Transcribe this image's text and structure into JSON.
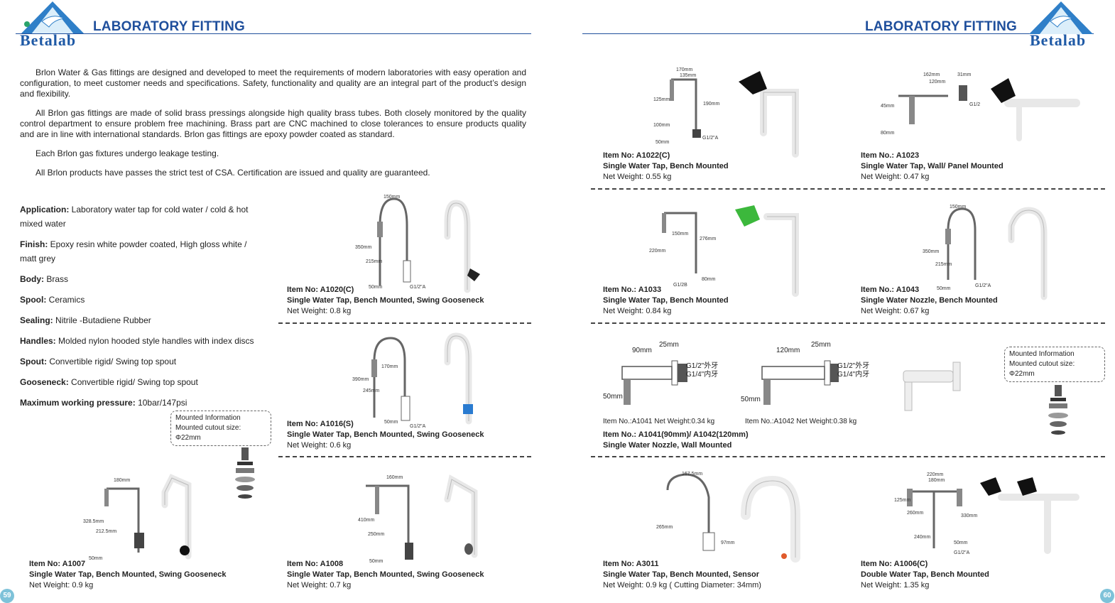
{
  "header": {
    "title_left": "LABORATORY FITTING",
    "title_right": "LABORATORY FITTING",
    "brand": "Betalab"
  },
  "intro": [
    "Brlon Water & Gas fittings are designed and developed to meet the requirements of modern laboratories with easy operation and configuration, to meet customer needs and specifications. Safety, functionality and quality are an integral part of the product’s design and flexibility.",
    "All Brlon gas fittings are made of solid brass pressings alongside high quality brass tubes. Both closely monitored by the quality control department to ensure problem free machining. Brass part are CNC machined to close tolerances to ensure products quality and are in line with international standards. Brlon gas fittings are epoxy powder coated as standard.",
    "Each Brlon gas fixtures undergo leakage testing.",
    "All Brlon products have passes the strict test of CSA. Certification are issued and quality are guaranteed."
  ],
  "specs": [
    {
      "k": "Application:",
      "v": "Laboratory water tap for cold water / cold & hot mixed water"
    },
    {
      "k": "Finish:",
      "v": "Epoxy resin white powder coated, High gloss white / matt grey"
    },
    {
      "k": "Body:",
      "v": "Brass"
    },
    {
      "k": "Spool:",
      "v": "Ceramics"
    },
    {
      "k": "Sealing:",
      "v": "Nitrile -Butadiene Rubber"
    },
    {
      "k": "Handles:",
      "v": "Molded nylon hooded style handles with index discs"
    },
    {
      "k": "Spout:",
      "v": "Convertible rigid/ Swing top spout"
    },
    {
      "k": "Gooseneck:",
      "v": "Convertible rigid/ Swing top spout"
    },
    {
      "k": "Maximum working pressure:",
      "v": "10bar/147psi"
    }
  ],
  "mount": {
    "l1": "Mounted Information",
    "l2": "Mounted cutout size: Φ22mm"
  },
  "items": {
    "a1020": {
      "no": "Item No: A1020(C)",
      "desc": "Single Water Tap, Bench Mounted, Swing Gooseneck",
      "wt": "Net Weight: 0.8 kg"
    },
    "a1016": {
      "no": "Item No: A1016(S)",
      "desc": "Single Water Tap, Bench Mounted, Swing Gooseneck",
      "wt": "Net Weight: 0.6 kg"
    },
    "a1007": {
      "no": "Item No: A1007",
      "desc": "Single Water Tap, Bench Mounted, Swing Gooseneck",
      "wt": "Net Weight: 0.9 kg"
    },
    "a1008": {
      "no": "Item No: A1008",
      "desc": "Single Water Tap, Bench Mounted, Swing Gooseneck",
      "wt": "Net Weight: 0.7 kg"
    },
    "a1022": {
      "no": "Item No: A1022(C)",
      "desc": "Single Water Tap, Bench Mounted",
      "wt": "Net Weight: 0.55 kg"
    },
    "a1023": {
      "no": "Item No.: A1023",
      "desc": "Single Water Tap, Wall/ Panel Mounted",
      "wt": "Net Weight: 0.47 kg"
    },
    "a1033": {
      "no": "Item No.: A1033",
      "desc": "Single Water Tap, Bench Mounted",
      "wt": "Net Weight: 0.84 kg"
    },
    "a1043": {
      "no": "Item No.: A1043",
      "desc": "Single Water Nozzle, Bench Mounted",
      "wt": "Net Weight: 0.67 kg"
    },
    "a1041": {
      "no": "Item No.: A1041(90mm)/ A1042(120mm)",
      "desc": "Single Water Nozzle, Wall Mounted",
      "sub1": "Item No.:A1041  Net Weight:0.34 kg",
      "sub2": "Item No.:A1042  Net Weight:0.38 kg"
    },
    "a3011": {
      "no": "Item No: A3011",
      "desc": "Single Water Tap, Bench Mounted, Sensor",
      "wt": "Net Weight: 0.9 kg ( Cutting Diameter: 34mm)"
    },
    "a1006": {
      "no": "Item No: A1006(C)",
      "desc": "Double Water Tap, Bench Mounted",
      "wt": "Net Weight: 1.35 kg"
    }
  },
  "dims": {
    "a1041": [
      "90mm",
      "25mm",
      "50mm",
      "G1/2\"外牙",
      "G1/4\"内牙"
    ],
    "a1042": [
      "120mm",
      "25mm",
      "50mm",
      "G1/2\"外牙",
      "G1/4\"内牙"
    ]
  },
  "pages": {
    "left": "59",
    "right": "60"
  },
  "colors": {
    "title": "#1f4f9c",
    "green_handle": "#3cb83c",
    "blue_handle": "#2a7bd0"
  }
}
